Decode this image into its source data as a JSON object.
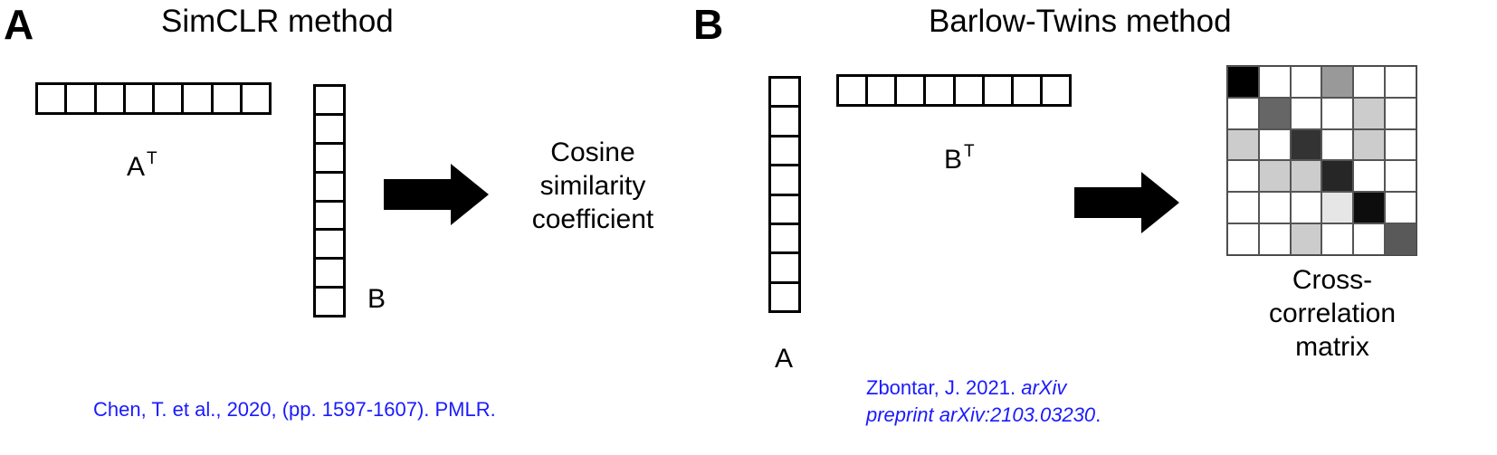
{
  "panel_a": {
    "letter": "A",
    "title": "SimCLR method",
    "vector_a_label": "A",
    "vector_a_superscript": "T",
    "vector_b_label": "B",
    "result_lines": [
      "Cosine",
      "similarity",
      "coefficient"
    ],
    "citation": "Chen, T. et al., 2020, (pp. 1597-1607). PMLR."
  },
  "panel_b": {
    "letter": "B",
    "title": "Barlow-Twins method",
    "vector_a_label": "A",
    "vector_b_label": "B",
    "vector_b_superscript": "T",
    "result_lines": [
      "Cross-",
      "correlation",
      "matrix"
    ],
    "citation_line1_plain": "Zbontar, J. 2021. ",
    "citation_line1_italic": "arXiv",
    "citation_line2_italic": "preprint arXiv:2103.03230",
    "citation_line2_plain": "."
  },
  "colors": {
    "citation": "#1a1aff",
    "ink": "#000000"
  },
  "vectors": {
    "cells_per_vector": 8
  },
  "matrix": {
    "rows": 6,
    "cols": 6,
    "intensity": [
      [
        1.0,
        0.0,
        0.0,
        0.4,
        0.0,
        0.0
      ],
      [
        0.0,
        0.6,
        0.0,
        0.0,
        0.2,
        0.0
      ],
      [
        0.2,
        0.0,
        0.8,
        0.0,
        0.2,
        0.0
      ],
      [
        0.0,
        0.2,
        0.2,
        0.85,
        0.0,
        0.0
      ],
      [
        0.0,
        0.0,
        0.0,
        0.1,
        0.95,
        0.0
      ],
      [
        0.0,
        0.0,
        0.2,
        0.0,
        0.0,
        0.65
      ]
    ]
  }
}
